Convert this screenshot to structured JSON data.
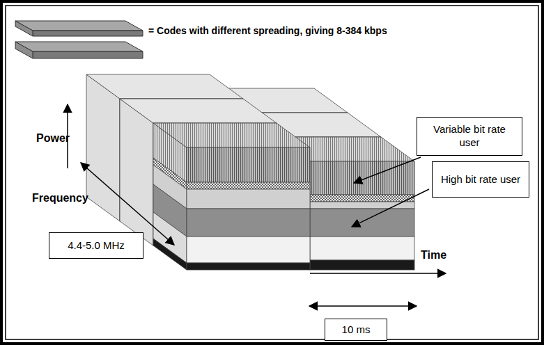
{
  "diagram": {
    "nodes": [
      {
        "text": [
          "Variable bit rate user"
        ]
      },
      {
        "text": [
          "High bit rate user"
        ]
      },
      {
        "text": [
          "4.4-5.0 MHz"
        ]
      },
      {
        "text": [
          "10 ms"
        ]
      }
    ],
    "labels": [
      "Power",
      "Frequency",
      "Time"
    ],
    "legend": [
      {
        "text": "= Codes with different spreading, giving 8-384 kbps"
      }
    ]
  }
}
